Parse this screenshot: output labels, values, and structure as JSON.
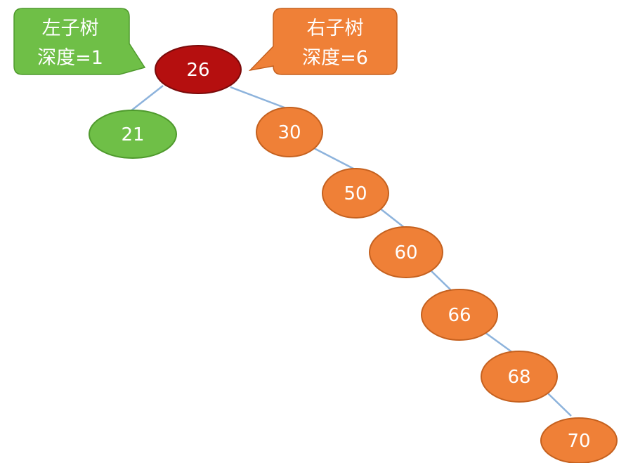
{
  "colors": {
    "root_fill": "#b50f0f",
    "root_stroke": "#7a0a0a",
    "left_fill": "#6fbf47",
    "left_stroke": "#4f9a2d",
    "right_fill": "#ef8037",
    "right_stroke": "#c5611f",
    "edge": "#8db3dc"
  },
  "root": {
    "value": "26"
  },
  "left_child": {
    "value": "21"
  },
  "right_chain": [
    {
      "value": "30"
    },
    {
      "value": "50"
    },
    {
      "value": "60"
    },
    {
      "value": "66"
    },
    {
      "value": "68"
    },
    {
      "value": "70"
    }
  ],
  "callouts": {
    "left": {
      "line1": "左子树",
      "line2": "深度=1"
    },
    "right": {
      "line1": "右子树",
      "line2": "深度=6"
    }
  }
}
